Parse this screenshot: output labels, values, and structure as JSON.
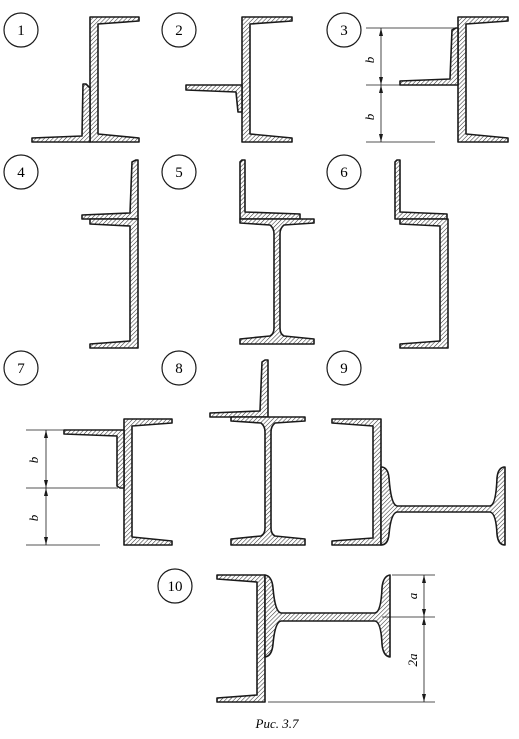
{
  "figure": {
    "caption": "Рис. 3.7",
    "panels": [
      {
        "number": "1"
      },
      {
        "number": "2"
      },
      {
        "number": "3",
        "dims": [
          "b",
          "b"
        ]
      },
      {
        "number": "4"
      },
      {
        "number": "5"
      },
      {
        "number": "6"
      },
      {
        "number": "7",
        "dims": [
          "b",
          "b"
        ]
      },
      {
        "number": "8"
      },
      {
        "number": "9"
      },
      {
        "number": "10",
        "dims": [
          "a",
          "2a"
        ]
      }
    ]
  }
}
